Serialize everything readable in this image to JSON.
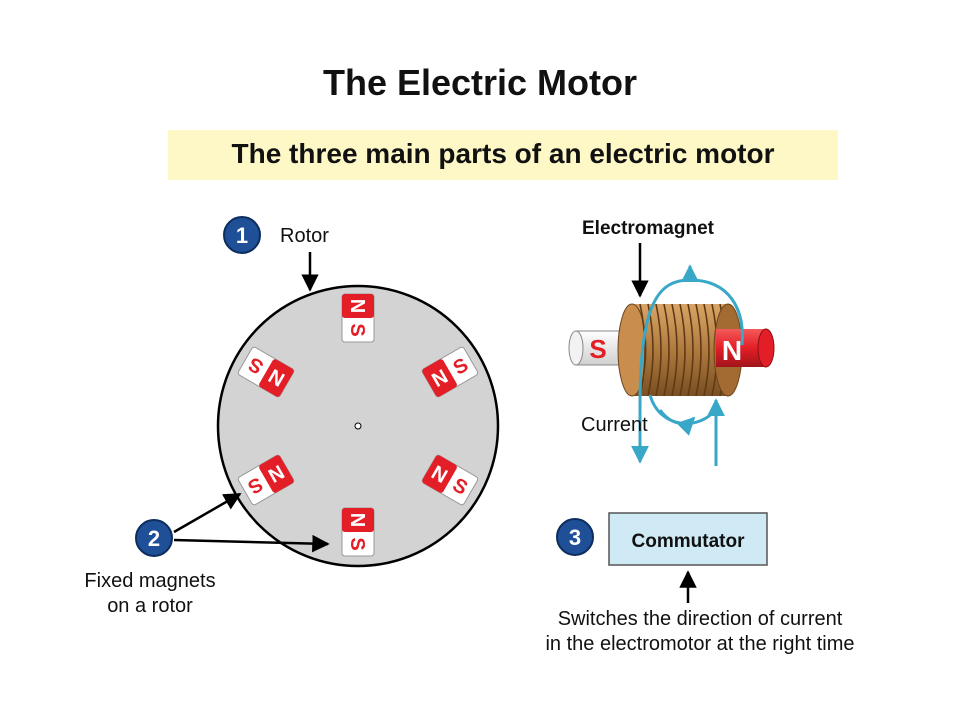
{
  "title": "The Electric Motor",
  "subtitle": "The three main parts of an electric motor",
  "callouts": [
    {
      "number": "1",
      "label": "Rotor"
    },
    {
      "number": "2",
      "label_line1": "Fixed magnets",
      "label_line2": "on a rotor"
    },
    {
      "number": "3",
      "label": "Commutator"
    }
  ],
  "electromagnet": {
    "label": "Electromagnet",
    "current_label": "Current",
    "south_pole": "S",
    "north_pole": "N"
  },
  "magnet_poles": {
    "north": "N",
    "south": "S"
  },
  "commutator_note_line1": "Switches the direction of current",
  "commutator_note_line2": "in the electromotor at the right time",
  "colors": {
    "badge": "#1f4f97",
    "magnet_red": "#e41e26",
    "rotor_gray": "#d3d3d3",
    "coil_brown": "#b07a3e",
    "current_cyan": "#39a8c8",
    "commutator_box": "#cfeaf5",
    "subtitle_band": "#fdf8c6"
  }
}
